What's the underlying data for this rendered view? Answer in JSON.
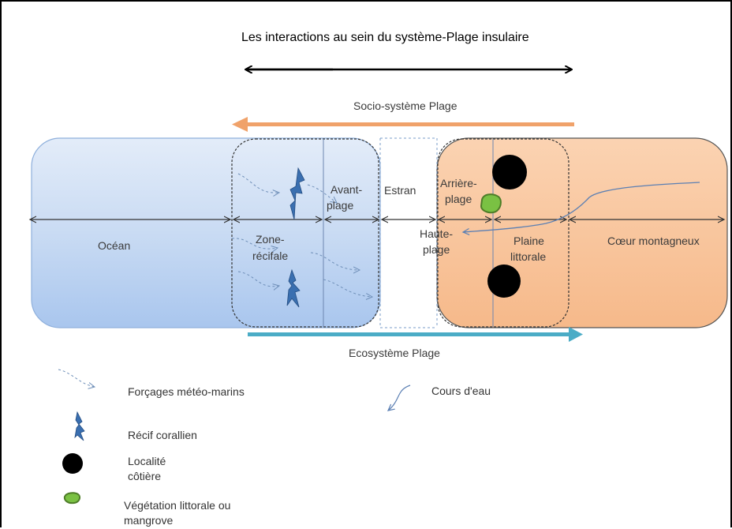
{
  "title": "Les interactions au sein du système-Plage insulaire",
  "arrows": {
    "socio": "Socio-système Plage",
    "eco": "Ecosystème Plage"
  },
  "zones": {
    "ocean": "Océan",
    "zone_recifale": [
      "Zone-",
      "récifale"
    ],
    "avant_plage": [
      "Avant-",
      "plage"
    ],
    "estran": "Estran",
    "arriere_plage": [
      "Arrière-",
      "plage"
    ],
    "haute_plage": [
      "Haute-",
      "plage"
    ],
    "plaine_littorale": [
      "Plaine",
      "littorale"
    ],
    "coeur_montagneux": "Cœur montagneux"
  },
  "legend": {
    "forcages": "Forçages météo-marins",
    "cours_eau": "Cours d'eau",
    "recif": "Récif corallien",
    "localite": [
      "Localité",
      "côtière"
    ],
    "vegetation": [
      "Végétation littorale ou",
      "mangrove"
    ]
  },
  "colors": {
    "ocean_fill": "#c6d9f1",
    "land_fill": "#f9c8a0",
    "socio_arrow": "#f0a26a",
    "eco_arrow": "#4bacc6",
    "reef": "#3a6fb0",
    "vegetation": "#7ac143"
  }
}
